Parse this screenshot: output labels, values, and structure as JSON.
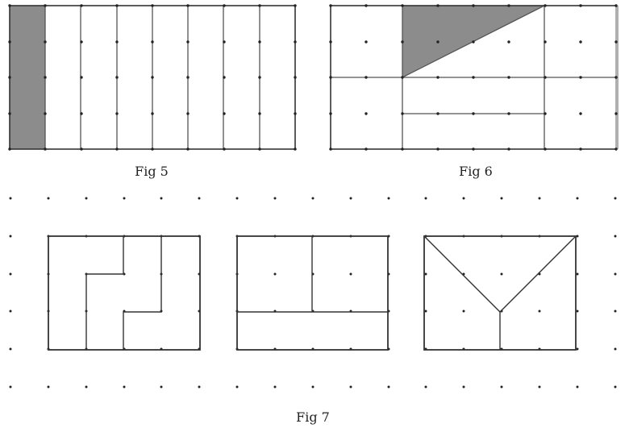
{
  "captions": {
    "fig5": "Fig 5",
    "fig6": "Fig 6",
    "fig7": "Fig 7"
  },
  "colors": {
    "shade": "#8c8c8c",
    "line": "#333333",
    "dot": "#222222",
    "background": "#ffffff"
  },
  "figures": {
    "fig5": {
      "columns": 8,
      "rows": 4,
      "shaded_columns": 1
    },
    "fig6": {
      "columns": 8,
      "rows": 4,
      "shaded_shape": "triangle"
    },
    "fig7": {
      "shapes": 3,
      "dot_rows": 6
    }
  }
}
